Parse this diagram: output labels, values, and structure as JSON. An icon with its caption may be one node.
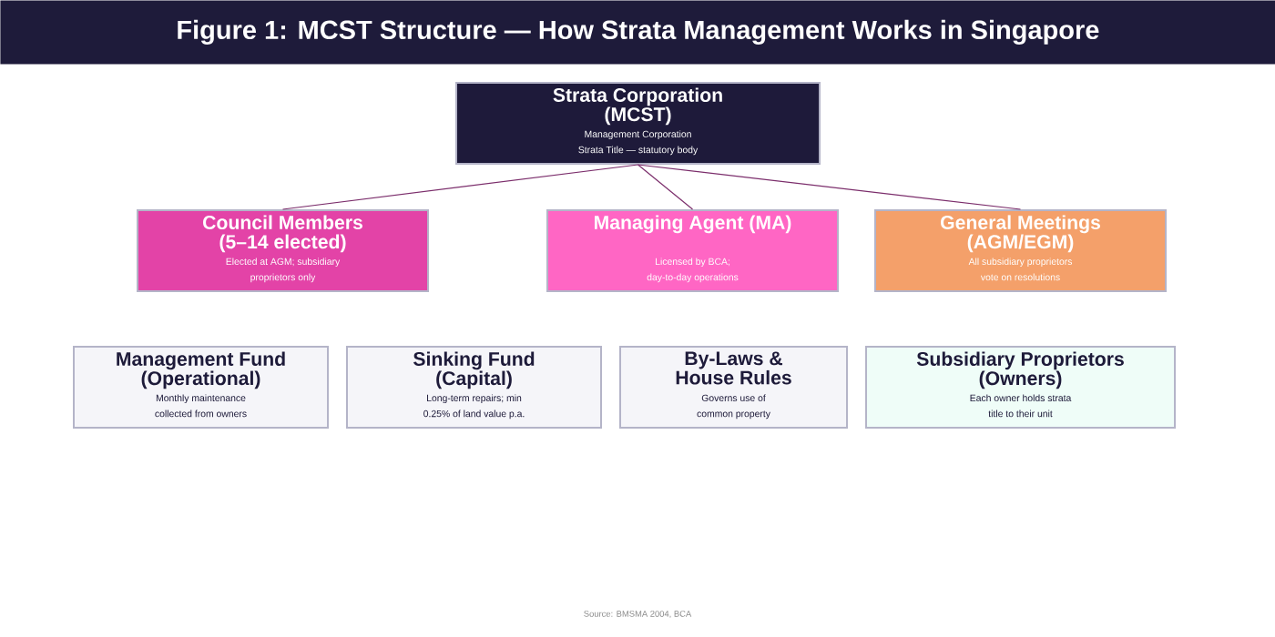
{
  "diagram": {
    "title": "Figure 1: MCST Structure — How Strata Management Works in Singapore",
    "nodes": [
      {
        "text": [
          "Strata Corporation (MCST)",
          "Management Corporation Strata Title — statutory body"
        ]
      },
      {
        "text": [
          "Council Members (5–14 elected)",
          "Elected at AGM; subsidiary proprietors only"
        ]
      },
      {
        "text": [
          "Managing Agent (MA)",
          "Licensed by BCA; day-to-day operations"
        ]
      },
      {
        "text": [
          "General Meetings (AGM/EGM)",
          "All subsidiary proprietors vote on resolutions"
        ]
      },
      {
        "text": [
          "Management Fund (Operational)",
          "Monthly maintenance collected from owners"
        ]
      },
      {
        "text": [
          "Sinking Fund (Capital)",
          "Long-term repairs; min 0.25% of land value p.a."
        ]
      },
      {
        "text": [
          "By-Laws & House Rules",
          "Governs use of common property"
        ]
      },
      {
        "text": [
          "Subsidiary Proprietors (Owners)",
          "Each owner holds strata title to their unit"
        ]
      }
    ],
    "edges": [
      {
        "from": 0,
        "to": 1,
        "arrow": "none"
      },
      {
        "from": 0,
        "to": 2,
        "arrow": "none"
      },
      {
        "from": 0,
        "to": 3,
        "arrow": "none"
      }
    ],
    "labels": [
      "Source: BMSMA 2004, BCA"
    ]
  }
}
